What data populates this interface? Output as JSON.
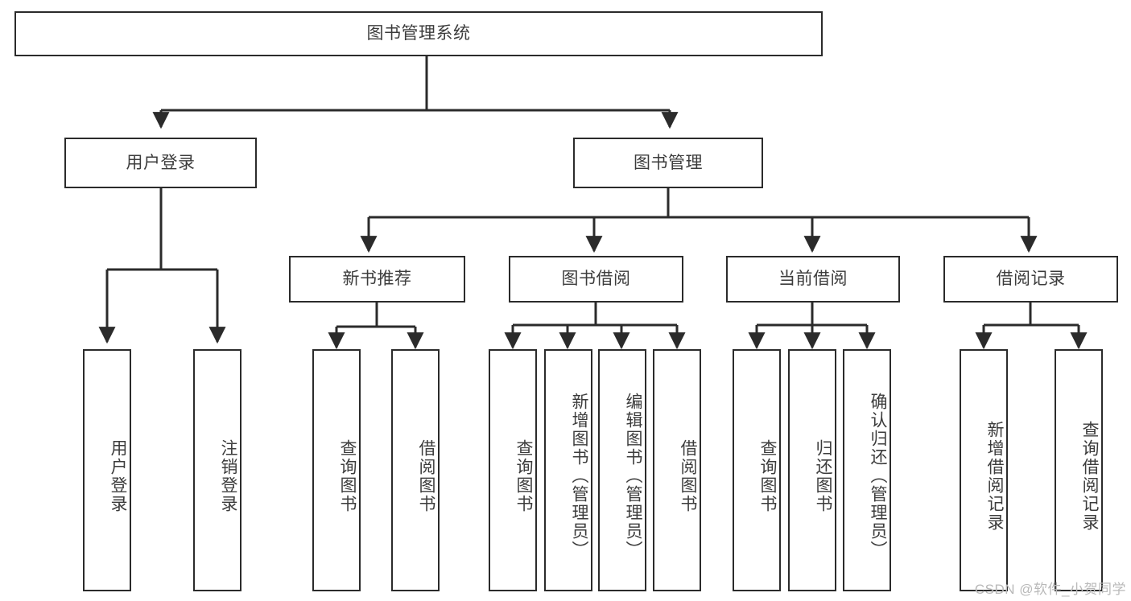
{
  "diagram": {
    "title": "图书管理系统",
    "type": "hierarchy-tree",
    "watermark": "CSDN @软件_小贺同学",
    "colors": {
      "stroke": "#2b2b2b",
      "fill": "#ffffff",
      "text": "#3c3c3c",
      "watermark": "#b9b9b9"
    },
    "levels": {
      "root_label": "图书管理系统",
      "level2": [
        {
          "label": "用户登录"
        },
        {
          "label": "图书管理"
        }
      ],
      "level3": [
        {
          "label": "新书推荐"
        },
        {
          "label": "图书借阅"
        },
        {
          "label": "当前借阅"
        },
        {
          "label": "借阅记录"
        }
      ]
    },
    "nodes": {
      "root": "图书管理系统",
      "user_login": "用户登录",
      "book_manage": "图书管理",
      "new_book_rec": "新书推荐",
      "book_borrow": "图书借阅",
      "current_borrow": "当前借阅",
      "borrow_record": "借阅记录",
      "leaf_user_login": "用户登录",
      "leaf_logout": "注销登录",
      "leaf_query_book_1": "查询图书",
      "leaf_borrow_book_1": "借阅图书",
      "leaf_query_book_2": "查询图书",
      "leaf_add_book_admin": "新增图书（管理员）",
      "leaf_edit_book_admin": "编辑图书（管理员）",
      "leaf_borrow_book_2": "借阅图书",
      "leaf_query_book_3": "查询图书",
      "leaf_return_book": "归还图书",
      "leaf_confirm_return_admin": "确认归还（管理员）",
      "leaf_add_record": "新增借阅记录",
      "leaf_query_record": "查询借阅记录"
    }
  }
}
